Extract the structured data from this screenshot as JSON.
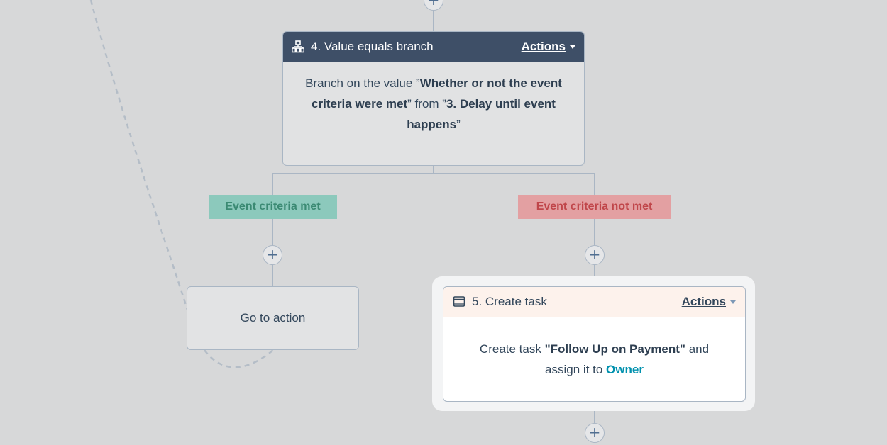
{
  "branch_node": {
    "title": "4. Value equals branch",
    "actions_label": "Actions",
    "body": {
      "prefix": "Branch on the value ”",
      "property": "Whether or not the event criteria were met",
      "middle": "” from ”",
      "source": "3. Delay until event happens",
      "suffix": "”"
    }
  },
  "branch_labels": {
    "met": "Event criteria met",
    "not_met": "Event criteria not met"
  },
  "goto_node": {
    "label": "Go to action"
  },
  "task_node": {
    "title": "5. Create task",
    "actions_label": "Actions",
    "body": {
      "prefix": "Create task ",
      "task_name": "\"Follow Up on Payment\"",
      "middle": " and assign it to ",
      "assignee": "Owner"
    }
  },
  "add_action_symbol": "+",
  "colors": {
    "canvas": "#d7d8d9",
    "branch_header": "#3e4f67",
    "met_label_bg": "#8cc9bc",
    "met_label_text": "#3b8a73",
    "not_met_label_bg": "#e3a0a2",
    "not_met_label_text": "#c0464a",
    "owner_link": "#0091ae",
    "task_header_bg": "#fdf2ec"
  },
  "icons": {
    "branch_node": "branch-hierarchy-icon",
    "task_node": "task-card-icon",
    "actions_menu": "caret-down-icon"
  }
}
